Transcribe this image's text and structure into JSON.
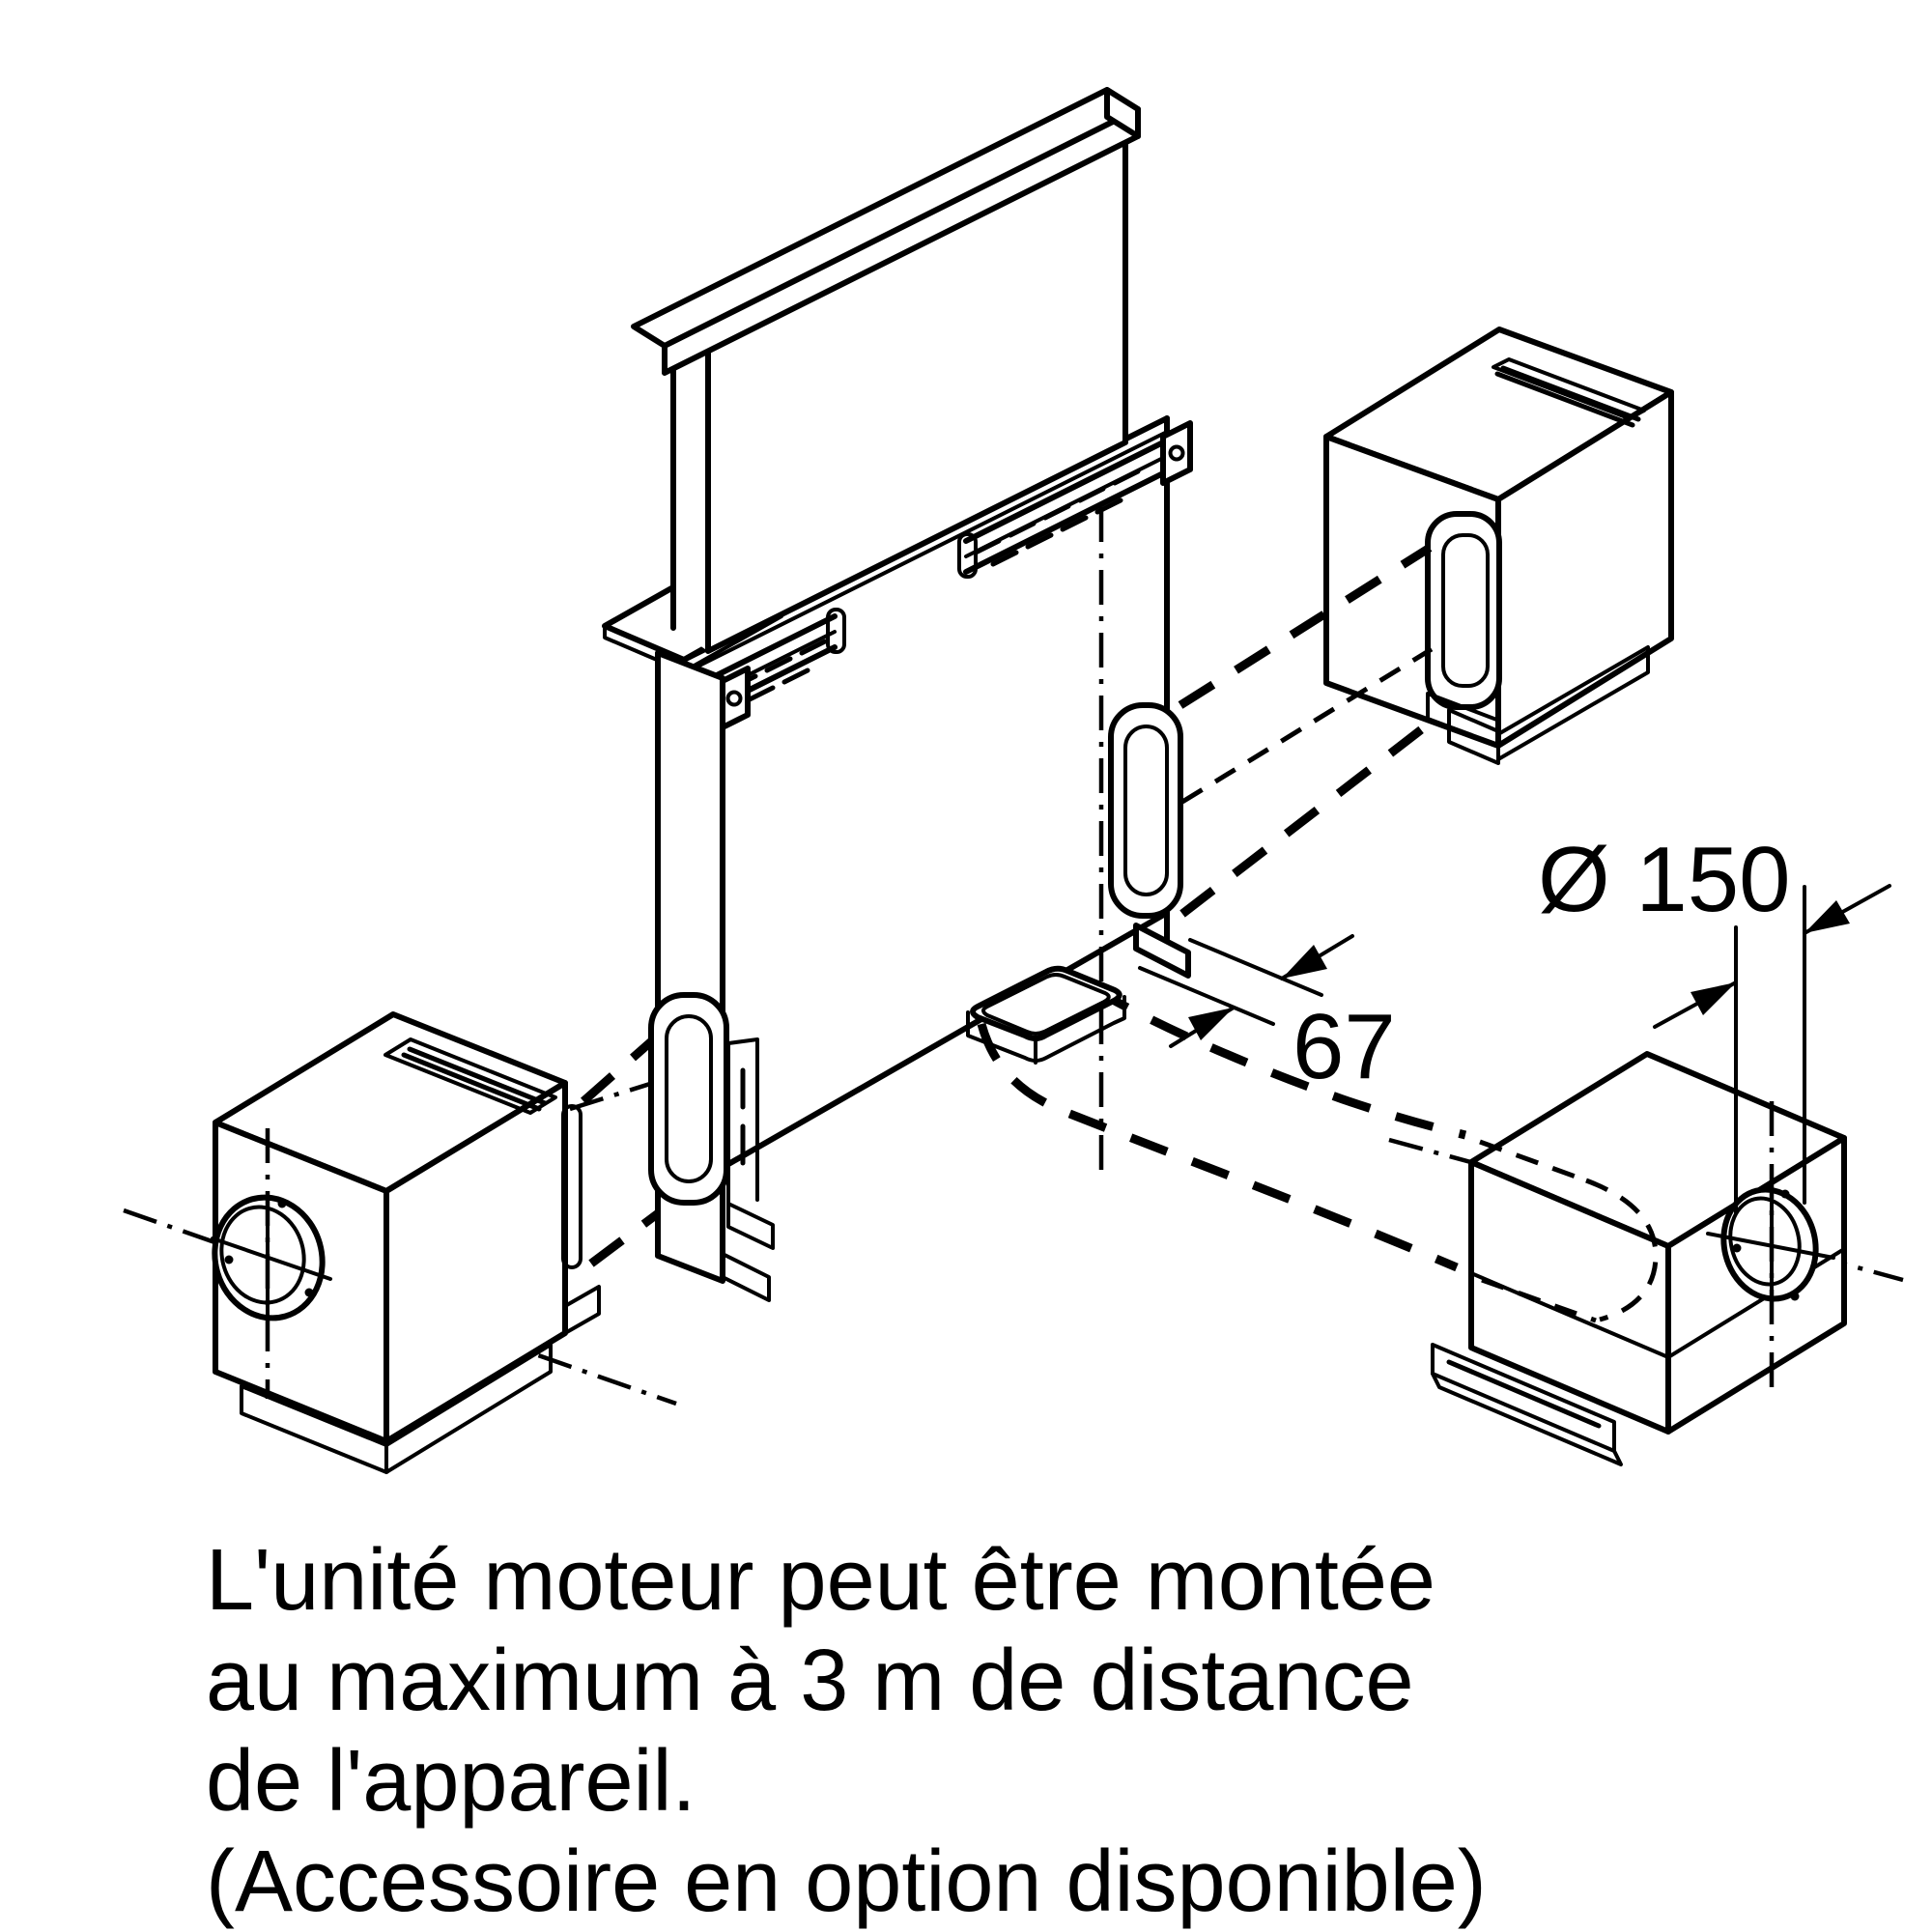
{
  "page": {
    "background_color": "#ffffff",
    "line_color": "#000000"
  },
  "diagram": {
    "type": "appliance-installation-diagram",
    "subject": "downdraft-hood-with-remote-motor-unit-options",
    "dimensions": {
      "offset_label": "67",
      "diameter_label": "Ø 150"
    },
    "caption": {
      "lines": [
        "L'unité moteur peut être montée",
        "au maximum à 3 m de distance",
        "de l'appareil.",
        "(Accessoire en option disponible)"
      ]
    }
  }
}
